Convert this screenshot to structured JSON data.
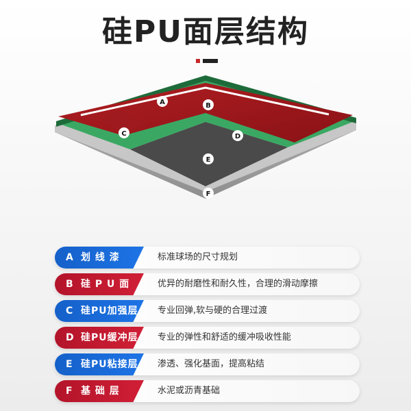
{
  "header": {
    "title": "硅PU面层结构"
  },
  "markers": [
    "A",
    "B",
    "C",
    "D",
    "E",
    "F"
  ],
  "layers": [
    {
      "letter": "A",
      "name": "划 线 漆",
      "desc": "标准球场的尺寸规划",
      "color": "#1565d8"
    },
    {
      "letter": "B",
      "name": "硅 P U 面 漆",
      "desc": "优异的耐磨性和耐久性，合理的滑动摩擦",
      "color": "#c8102e"
    },
    {
      "letter": "C",
      "name": "硅PU加强层",
      "desc": "专业回弹,软与硬的合理过渡",
      "color": "#1565d8"
    },
    {
      "letter": "D",
      "name": "硅PU缓冲层",
      "desc": "专业的弹性和舒适的缓冲吸收性能",
      "color": "#c8102e"
    },
    {
      "letter": "E",
      "name": "硅PU粘接层",
      "desc": "渗透、强化基面，提高粘结",
      "color": "#1565d8"
    },
    {
      "letter": "F",
      "name": "基 础 层",
      "desc": "水泥或沥青基础",
      "color": "#c8102e"
    }
  ]
}
